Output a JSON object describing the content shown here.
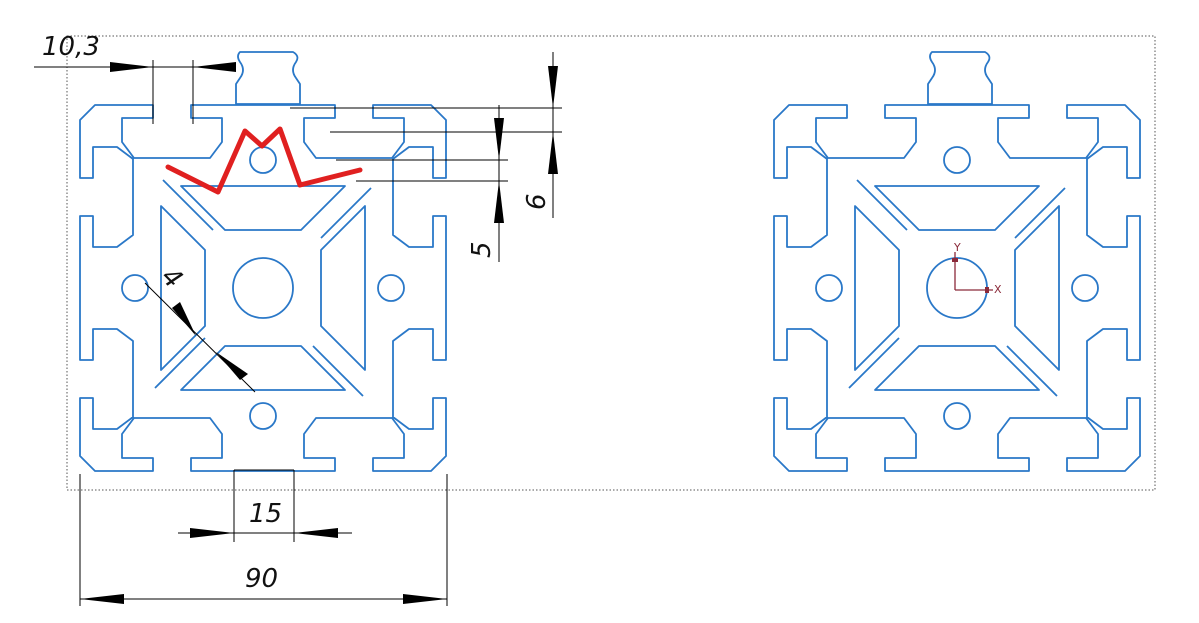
{
  "drawing": {
    "dimensions": {
      "slot_offset": "10,3",
      "wall_top": "6",
      "slot_depth": "5",
      "rib_thickness": "4",
      "slot_width": "15",
      "overall_width": "90"
    },
    "axes": {
      "x_label": "X",
      "y_label": "Y"
    },
    "colors": {
      "profile": "#2a78c8",
      "annotation": "#e02020",
      "axis": "#8b2a3a"
    }
  }
}
